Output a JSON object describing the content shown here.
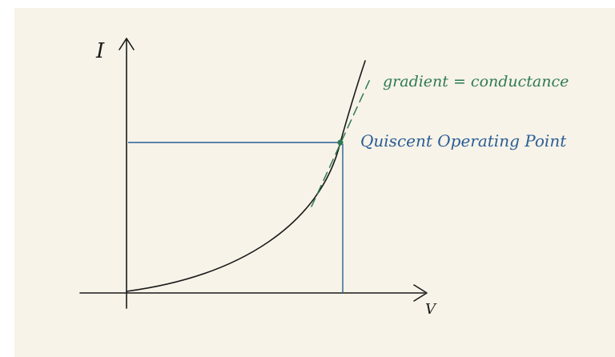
{
  "axes": {
    "y_label": "I",
    "x_label": "V"
  },
  "annotations": {
    "tangent_label": "gradient = conductance",
    "point_label": "Quiscent Operating Point"
  },
  "colors": {
    "paper": "#f7f3e8",
    "ink": "#1a1a1a",
    "blue": "#2b5d96",
    "green": "#2f7a55"
  }
}
